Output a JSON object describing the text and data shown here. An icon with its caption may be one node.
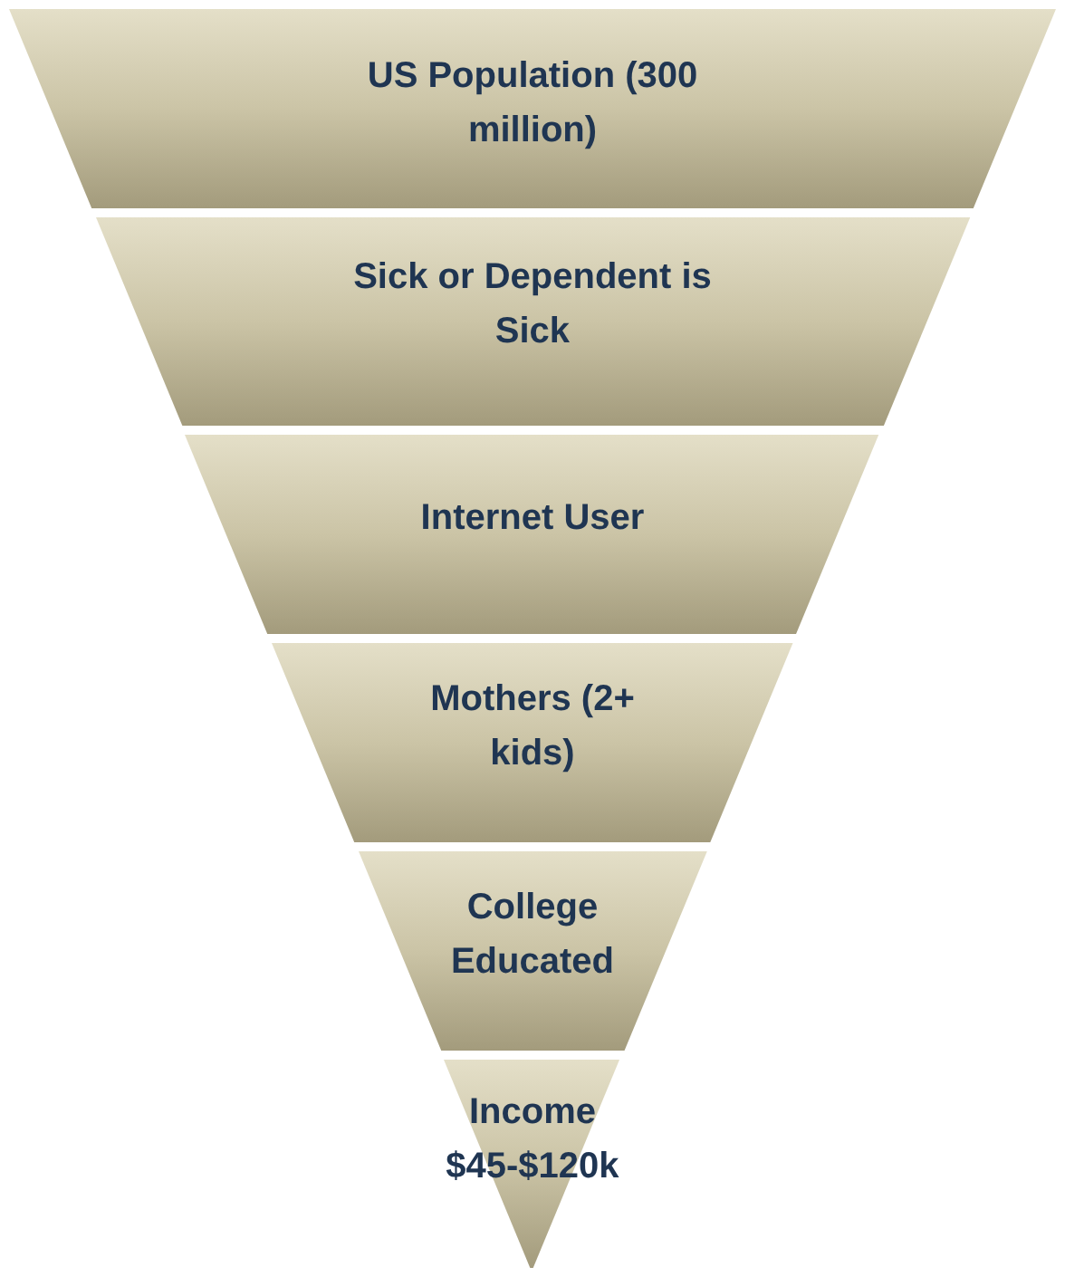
{
  "diagram": {
    "nodes": [
      {
        "text": [
          "US Population (300 million)"
        ]
      },
      {
        "text": [
          "Sick or Dependent is Sick"
        ]
      },
      {
        "text": [
          "Internet User"
        ]
      },
      {
        "text": [
          "Mothers (2+ kids)"
        ]
      },
      {
        "text": [
          "College Educated"
        ]
      },
      {
        "text": [
          "Income $45-$120k"
        ]
      }
    ]
  }
}
